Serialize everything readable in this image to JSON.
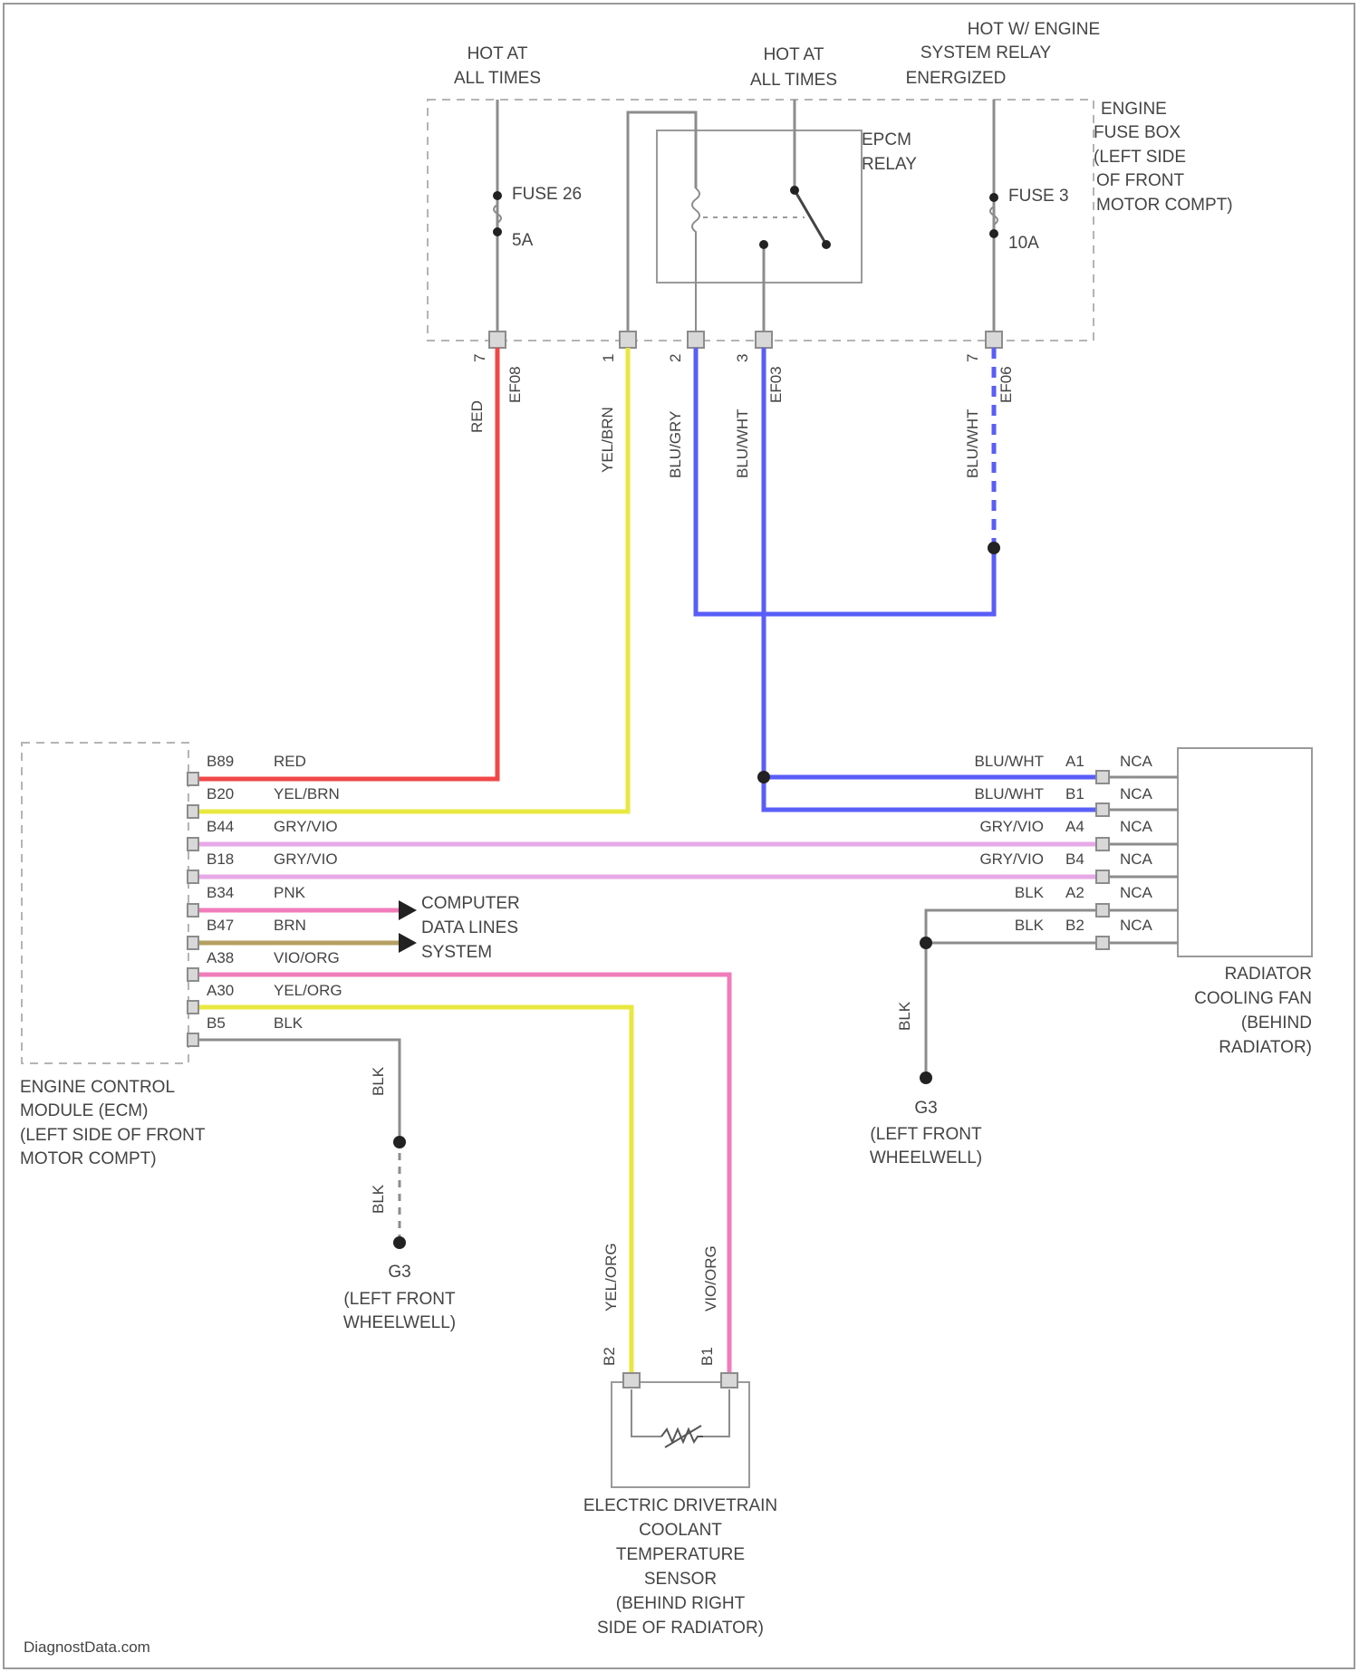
{
  "colors": {
    "red": "#f04848",
    "yellow": "#e8e840",
    "blue": "#5a5ef8",
    "violet": "#e6a8e6",
    "pink": "#f07cbc",
    "brown": "#b4a060",
    "black": "#8c8c8c",
    "frame": "#9a9a9a"
  },
  "fuse_box": {
    "hot_left": [
      "HOT AT",
      "ALL TIMES"
    ],
    "hot_mid": [
      "HOT AT",
      "ALL TIMES"
    ],
    "hot_right": [
      "HOT W/ ENGINE",
      "SYSTEM RELAY",
      "ENERGIZED"
    ],
    "name": [
      "ENGINE",
      "FUSE BOX",
      "(LEFT SIDE",
      "OF FRONT",
      "MOTOR COMPT)"
    ],
    "relay": [
      "EPCM",
      "RELAY"
    ],
    "fuse_left": {
      "name": "FUSE 26",
      "rating": "5A"
    },
    "fuse_right": {
      "name": "FUSE 3",
      "rating": "10A"
    },
    "pins": [
      "7",
      "1",
      "2",
      "3",
      "7"
    ],
    "connectors": [
      "EF08",
      "EF03",
      "EF06"
    ],
    "wires": [
      "RED",
      "YEL/BRN",
      "BLU/GRY",
      "BLU/WHT",
      "BLU/WHT"
    ]
  },
  "ecm": {
    "name": [
      "ENGINE CONTROL",
      "MODULE (ECM)",
      "(LEFT SIDE OF FRONT",
      "MOTOR COMPT)"
    ],
    "pins": [
      {
        "pin": "B89",
        "wire": "RED"
      },
      {
        "pin": "B20",
        "wire": "YEL/BRN"
      },
      {
        "pin": "B44",
        "wire": "GRY/VIO"
      },
      {
        "pin": "B18",
        "wire": "GRY/VIO"
      },
      {
        "pin": "B34",
        "wire": "PNK"
      },
      {
        "pin": "B47",
        "wire": "BRN"
      },
      {
        "pin": "A38",
        "wire": "VIO/ORG"
      },
      {
        "pin": "A30",
        "wire": "YEL/ORG"
      },
      {
        "pin": "B5",
        "wire": "BLK"
      }
    ],
    "bus_label": [
      "COMPUTER",
      "DATA LINES",
      "SYSTEM"
    ],
    "ground_wire": "BLK",
    "ground_id": "G3",
    "ground_loc": [
      "(LEFT FRONT",
      "WHEELWELL)"
    ]
  },
  "fan": {
    "name": [
      "RADIATOR",
      "COOLING FAN",
      "(BEHIND",
      "RADIATOR)"
    ],
    "pins": [
      {
        "wire": "BLU/WHT",
        "pin": "A1",
        "code": "NCA"
      },
      {
        "wire": "BLU/WHT",
        "pin": "B1",
        "code": "NCA"
      },
      {
        "wire": "GRY/VIO",
        "pin": "A4",
        "code": "NCA"
      },
      {
        "wire": "GRY/VIO",
        "pin": "B4",
        "code": "NCA"
      },
      {
        "wire": "BLK",
        "pin": "A2",
        "code": "NCA"
      },
      {
        "wire": "BLK",
        "pin": "B2",
        "code": "NCA"
      }
    ],
    "ground_wire": "BLK",
    "ground_id": "G3",
    "ground_loc": [
      "(LEFT FRONT",
      "WHEELWELL)"
    ]
  },
  "sensor": {
    "name": [
      "ELECTRIC DRIVETRAIN",
      "COOLANT",
      "TEMPERATURE",
      "SENSOR",
      "(BEHIND RIGHT",
      "SIDE OF RADIATOR)"
    ],
    "pins": [
      "B2",
      "B1"
    ],
    "wires": [
      "YEL/ORG",
      "VIO/ORG"
    ]
  },
  "watermark": "DiagnostData.com"
}
